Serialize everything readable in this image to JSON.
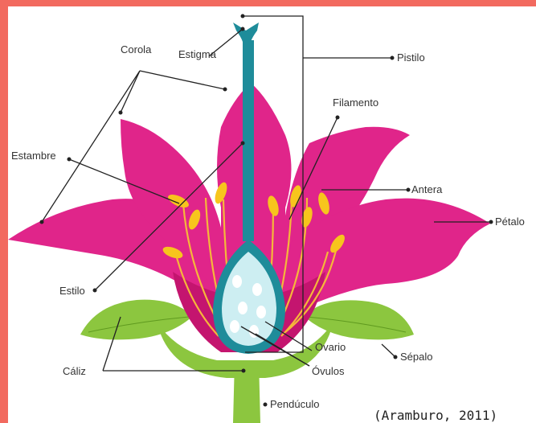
{
  "labels": {
    "corola": "Corola",
    "estigma": "Estigma",
    "pistilo": "Pistilo",
    "filamento": "Filamento",
    "estambre": "Estambre",
    "antera": "Antera",
    "petalo": "Pétalo",
    "estilo": "Estilo",
    "ovario": "Ovario",
    "sepalo": "Sépalo",
    "caliz": "Cáliz",
    "ovulos": "Óvulos",
    "penduculo": "Pendúculo"
  },
  "citation": "(Aramburo, 2011)",
  "colors": {
    "border": "#f26a5f",
    "petal": "#e0258a",
    "petal_dark": "#c4156f",
    "pistil": "#1e8c9a",
    "ovary_fill": "#cdeef2",
    "anther": "#f7c51d",
    "filament": "#f5b73a",
    "sepal": "#8cc63f",
    "stem": "#8cc63f"
  }
}
